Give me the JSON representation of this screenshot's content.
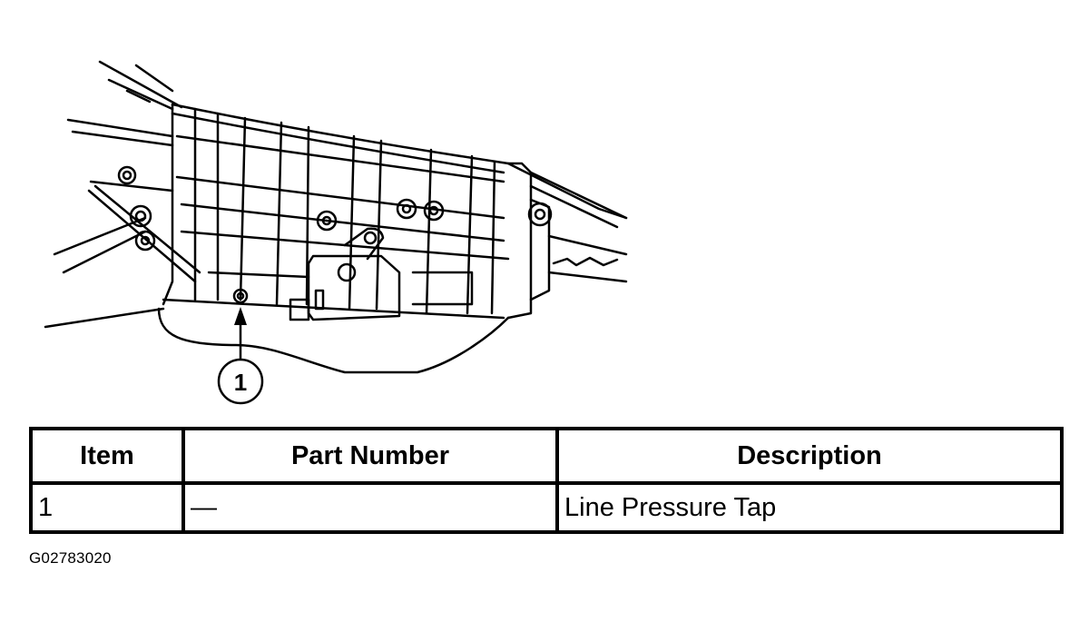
{
  "illustration": {
    "callout_number": "1",
    "icon": "transmission-line-drawing-icon"
  },
  "table": {
    "headers": [
      "Item",
      "Part Number",
      "Description"
    ],
    "rows": [
      [
        "1",
        "—",
        "Line Pressure Tap"
      ]
    ]
  },
  "figure_id": "G02783020"
}
